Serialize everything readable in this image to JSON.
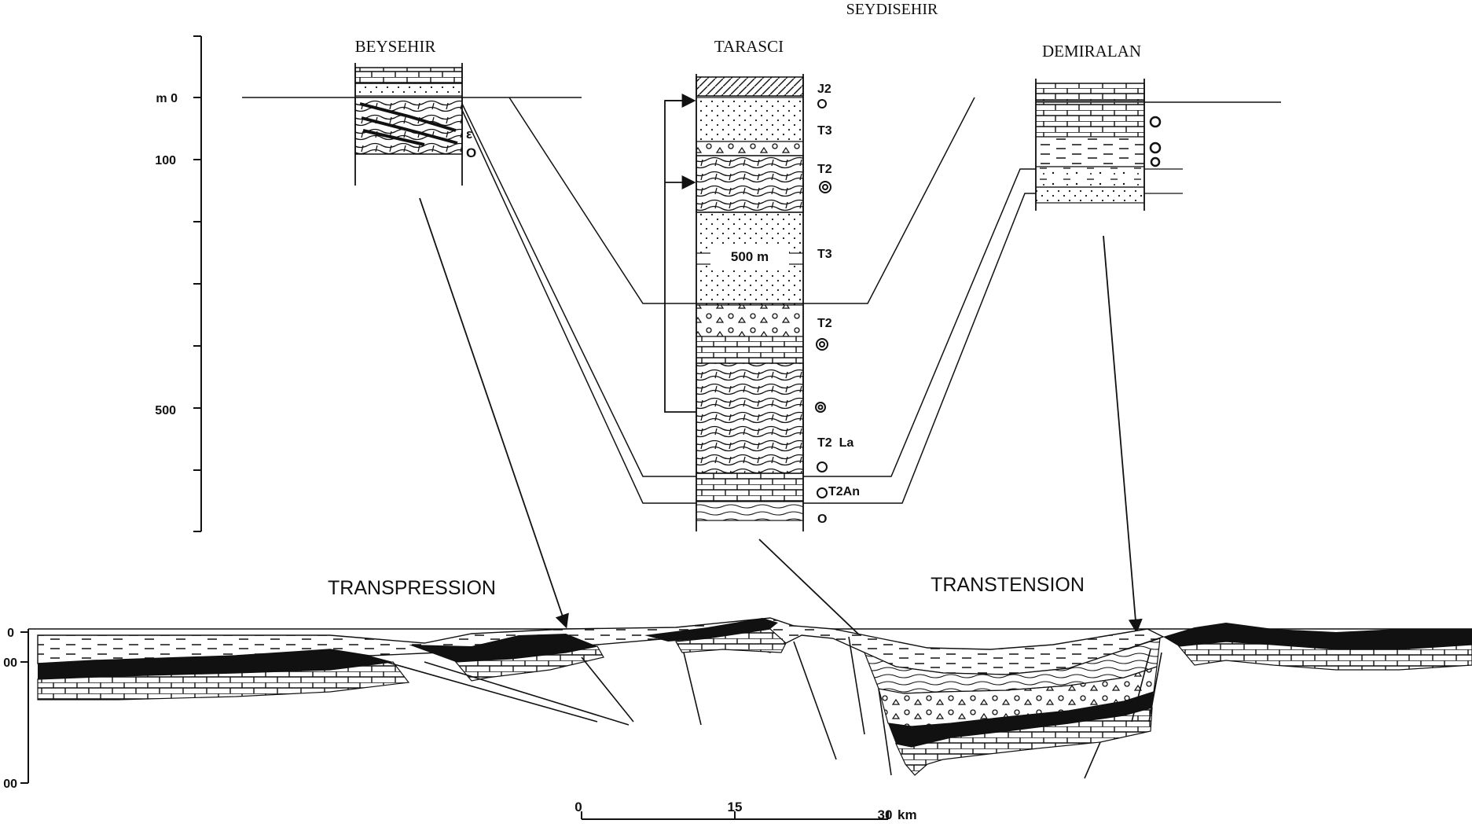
{
  "header": {
    "region": "SEYDISEHIR"
  },
  "columns": {
    "beysehir": {
      "name": "BEYSEHIR",
      "units": [
        "ε",
        "O"
      ]
    },
    "tarasci": {
      "name": "TARASCI",
      "thickness": "500 m",
      "units": [
        "J2",
        "T3",
        "T2",
        "T3",
        "T2",
        "T2  La",
        "T2An",
        "O"
      ]
    },
    "demiralan": {
      "name": "DEMIRALAN"
    }
  },
  "depth_scale": {
    "ticks": [
      "m 0",
      "100",
      "500"
    ]
  },
  "section": {
    "left_label": "TRANSPRESSION",
    "right_label": "TRANSTENSION",
    "depth_ticks": [
      "0",
      "00",
      "00"
    ]
  },
  "scale_bar": {
    "ticks": [
      "0",
      "15",
      "30"
    ],
    "unit": "km"
  },
  "colors": {
    "ink": "#111111",
    "paper": "#ffffff"
  }
}
